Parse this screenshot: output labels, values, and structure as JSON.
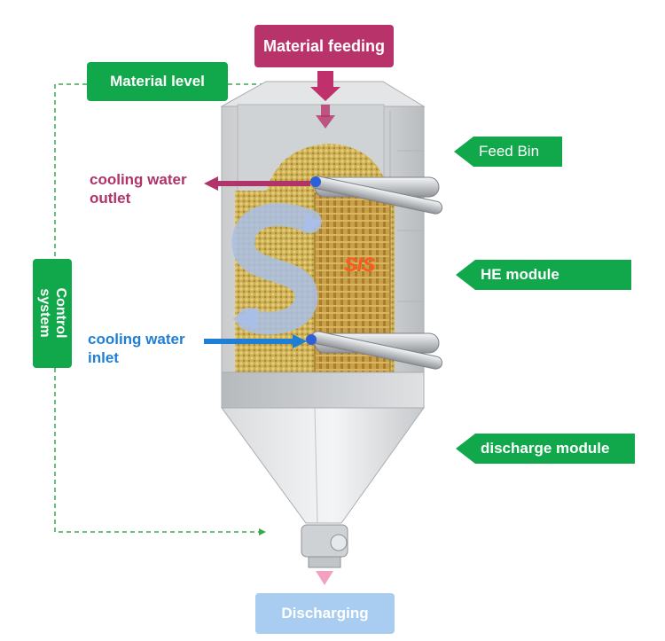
{
  "labels": {
    "material_feeding": "Material feeding",
    "material_level": "Material level",
    "feed_bin": "Feed Bin",
    "he_module": "HE module",
    "discharge_module": "discharge module",
    "discharging": "Discharging",
    "control_system": "Control\nsystem",
    "cooling_outlet": "cooling water\noutlet",
    "cooling_inlet": "cooling water\ninlet",
    "logo": "SIS"
  },
  "colors": {
    "green": "#10a84a",
    "magenta": "#b0336a",
    "blue": "#1f7fd4",
    "discharge_box": "#a9cdf0",
    "logo": "#ff5a1f"
  }
}
